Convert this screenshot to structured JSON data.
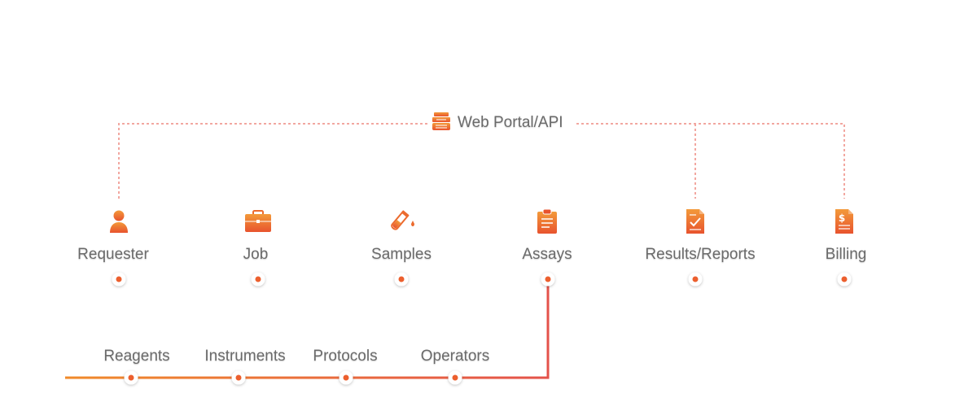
{
  "colors": {
    "accent_start": "#f08a2a",
    "accent_mid": "#ec5f2e",
    "accent_end": "#e0556a",
    "dashed": "#f2a7a0",
    "label_text": "#6b6b6b"
  },
  "portal": {
    "label": "Web Portal/API",
    "icon": "server-stack-icon"
  },
  "timeline": {
    "stages": [
      {
        "label": "Requester",
        "icon": "user-icon"
      },
      {
        "label": "Job",
        "icon": "briefcase-icon"
      },
      {
        "label": "Samples",
        "icon": "test-tube-icon"
      },
      {
        "label": "Assays",
        "icon": "clipboard-icon"
      },
      {
        "label": "Results/Reports",
        "icon": "report-check-icon"
      },
      {
        "label": "Billing",
        "icon": "invoice-dollar-icon"
      }
    ]
  },
  "resources": {
    "items": [
      {
        "label": "Reagents"
      },
      {
        "label": "Instruments"
      },
      {
        "label": "Protocols"
      },
      {
        "label": "Operators"
      }
    ]
  }
}
